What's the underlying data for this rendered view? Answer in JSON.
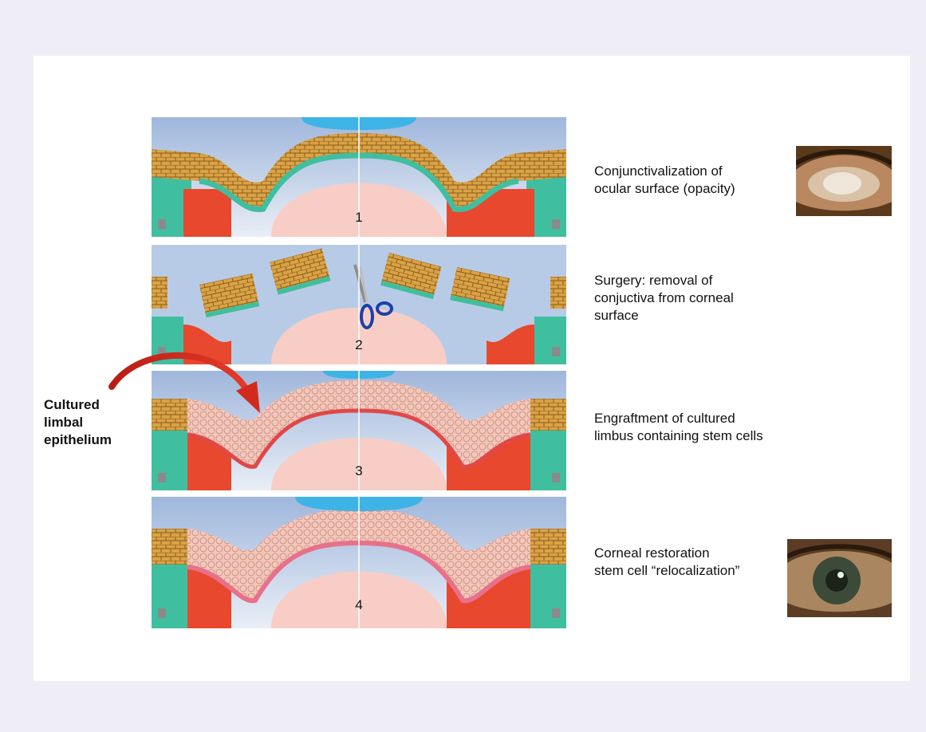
{
  "panels": [
    {
      "number": "1",
      "description": "Conjunctivalization of\nocular surface (opacity)",
      "has_photo": true,
      "photo": "opaque-cornea-eye"
    },
    {
      "number": "2",
      "description": "Surgery: removal of\nconjuctiva from corneal\nsurface",
      "has_photo": false
    },
    {
      "number": "3",
      "description": "Engraftment of cultured\nlimbus containing stem cells",
      "has_photo": false
    },
    {
      "number": "4",
      "description": "Corneal restoration\nstem cell “relocalization”",
      "has_photo": true,
      "photo": "restored-cornea-eye"
    }
  ],
  "side_label": "Cultured\nlimbal\nepithelium",
  "colors": {
    "background": "#efedf6",
    "sky": "#b8cbe6",
    "tear_film": "#3eb3e6",
    "conjunctiva": "#d19a3b",
    "basal_layer": "#3fbf9f",
    "stroma": "#f8cdc6",
    "limbus_red": "#e8482e",
    "cultured_epithelium": "#f3c7bb",
    "arrow": "#d32a1e"
  }
}
